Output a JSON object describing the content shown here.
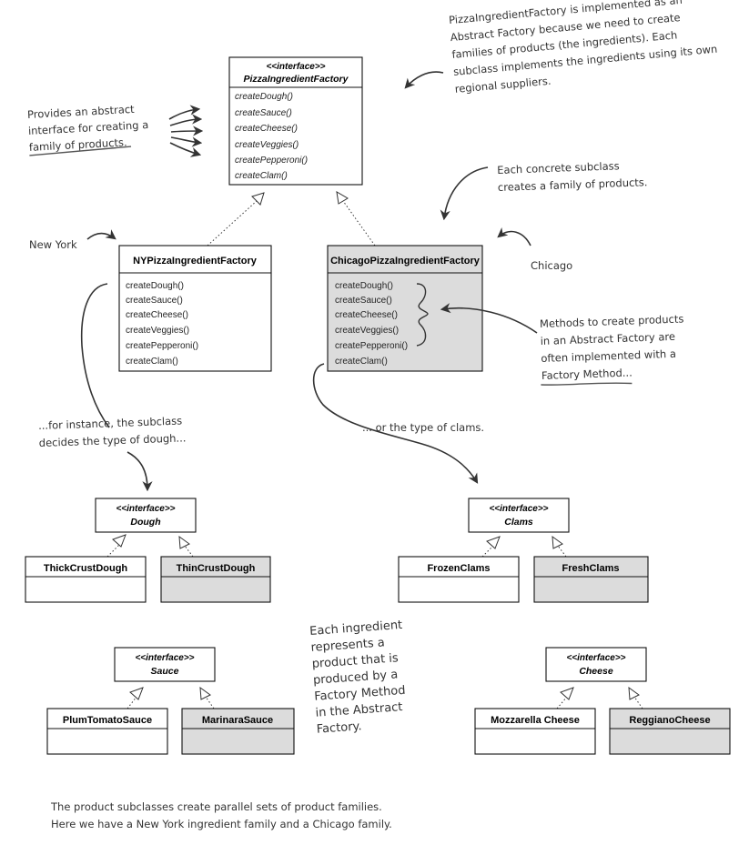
{
  "stereotype": "<<interface>>",
  "abstract_factory": {
    "name": "PizzaIngredientFactory",
    "methods": [
      "createDough()",
      "createSauce()",
      "createCheese()",
      "createVeggies()",
      "createPepperoni()",
      "createClam()"
    ]
  },
  "ny_factory": {
    "name": "NYPizzaIngredientFactory",
    "methods": [
      "createDough()",
      "createSauce()",
      "createCheese()",
      "createVeggies()",
      "createPepperoni()",
      "createClam()"
    ]
  },
  "chicago_factory": {
    "name": "ChicagoPizzaIngredientFactory",
    "methods": [
      "createDough()",
      "createSauce()",
      "createCheese()",
      "createVeggies()",
      "createPepperoni()",
      "createClam()"
    ]
  },
  "products": {
    "dough": {
      "interface": "Dough",
      "ny": "ThickCrustDough",
      "chicago": "ThinCrustDough"
    },
    "clams": {
      "interface": "Clams",
      "ny": "FrozenClams",
      "chicago": "FreshClams"
    },
    "sauce": {
      "interface": "Sauce",
      "ny": "PlumTomatoSauce",
      "chicago": "MarinaraSauce"
    },
    "cheese": {
      "interface": "Cheese",
      "ny": "Mozzarella Cheese",
      "chicago": "ReggianoCheese"
    }
  },
  "notes": {
    "abstract_factory": [
      "PizzaIngredientFactory is implemented as an",
      "Abstract Factory because we need to create",
      "families of products (the ingredients).  Each",
      "subclass implements the ingredients using its own",
      "regional suppliers."
    ],
    "abstract_interface": [
      "Provides an abstract",
      "interface for creating a",
      "family of products."
    ],
    "concrete_subclass": [
      "Each concrete subclass",
      "creates a family of products."
    ],
    "new_york": "New York",
    "chicago": "Chicago",
    "factory_method": [
      "Methods to create products",
      "in an Abstract Factory are",
      "often implemented with a",
      "Factory Method..."
    ],
    "dough_type": [
      "...for instance, the subclass",
      "decides the type of dough..."
    ],
    "clam_type": "... or the type of clams.",
    "each_ingredient": [
      "Each ingredient",
      "represents a",
      "product that is",
      "produced by a",
      "Factory Method",
      "in the Abstract",
      "Factory."
    ],
    "bottom": [
      "The product subclasses create parallel sets of product families.",
      "Here we have a New York ingredient family and a Chicago family."
    ]
  }
}
